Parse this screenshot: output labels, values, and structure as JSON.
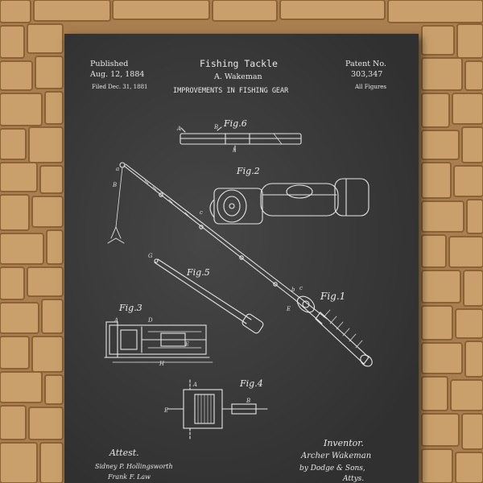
{
  "header": {
    "left_label": "Published",
    "left_date": "Aug. 12, 1884",
    "filed": "Filed Dec. 31, 1881",
    "title": "Fishing Tackle",
    "inventor_name": "A. Wakeman",
    "subtitle": "IMPROVEMENTS IN FISHING GEAR",
    "right_label": "Patent No.",
    "patent_number": "303,347",
    "all_figures": "All Figures"
  },
  "figures": {
    "fig6": "Fig.6",
    "fig2": "Fig.2",
    "fig5": "Fig.5",
    "fig1": "Fig.1",
    "fig3": "Fig.3",
    "fig4": "Fig.4"
  },
  "footer": {
    "attest": "Attest.",
    "witness1": "Sidney P. Hollingsworth",
    "witness2": "Frank F. Law",
    "inventor_label": "Inventor.",
    "inventor_signature": "Archer Wakeman",
    "attorney": "by Dodge & Sons,",
    "attys": "Attys."
  },
  "colors": {
    "chalkboard": "#3b3b3b",
    "chalk": "#e8e8e8",
    "stone": "#c49a66"
  }
}
